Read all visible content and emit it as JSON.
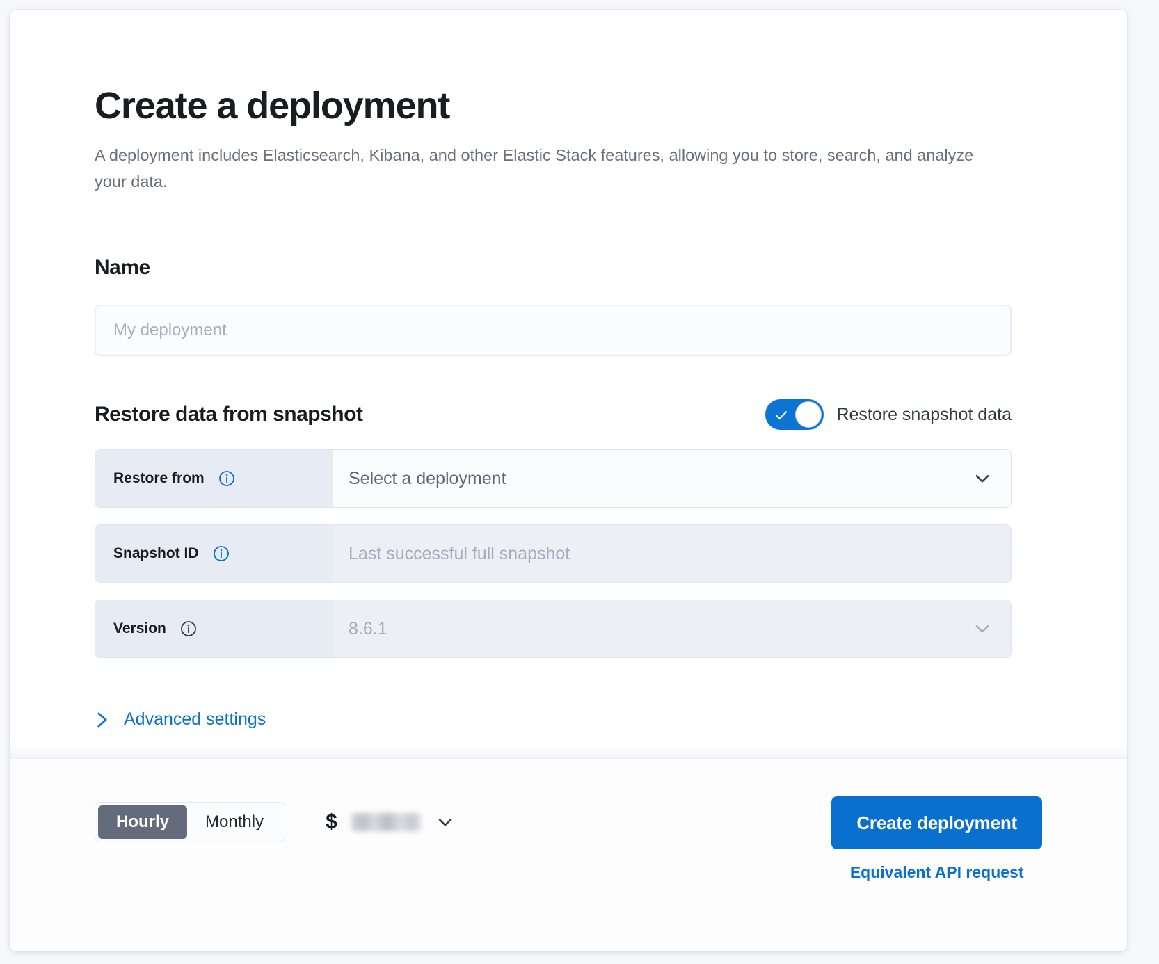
{
  "page": {
    "title": "Create a deployment",
    "subtitle": "A deployment includes Elasticsearch, Kibana, and other Elastic Stack features, allowing you to store, search, and analyze your data."
  },
  "name_section": {
    "heading": "Name",
    "input_placeholder": "My deployment",
    "input_value": ""
  },
  "restore_section": {
    "heading": "Restore data from snapshot",
    "toggle": {
      "label": "Restore snapshot data",
      "state": "on",
      "icon": "check-icon",
      "color": "#0b74d4"
    },
    "rows": [
      {
        "label": "Restore from",
        "info_icon": "info-icon",
        "info_icon_color": "#0a70d0",
        "value": "Select a deployment",
        "control": "dropdown",
        "chevron_icon": "chevron-down-icon",
        "disabled": false
      },
      {
        "label": "Snapshot ID",
        "info_icon": "info-icon",
        "info_icon_color": "#0a70d0",
        "value": "Last successful full snapshot",
        "control": "text",
        "chevron_icon": "",
        "disabled": true
      },
      {
        "label": "Version",
        "info_icon": "info-icon",
        "info_icon_color": "#343741",
        "value": "8.6.1",
        "control": "dropdown",
        "chevron_icon": "chevron-down-icon",
        "disabled": true
      }
    ],
    "advanced_settings": {
      "label": "Advanced settings",
      "icon": "chevron-right-icon",
      "color": "#0a70d0"
    }
  },
  "footer": {
    "billing_toggle": {
      "options": [
        "Hourly",
        "Monthly"
      ],
      "selected": "Hourly"
    },
    "price": {
      "currency_symbol": "$",
      "amount": "",
      "obscured": true,
      "chevron_icon": "chevron-down-icon"
    },
    "create_button": "Create deployment",
    "api_link": "Equivalent API request"
  }
}
